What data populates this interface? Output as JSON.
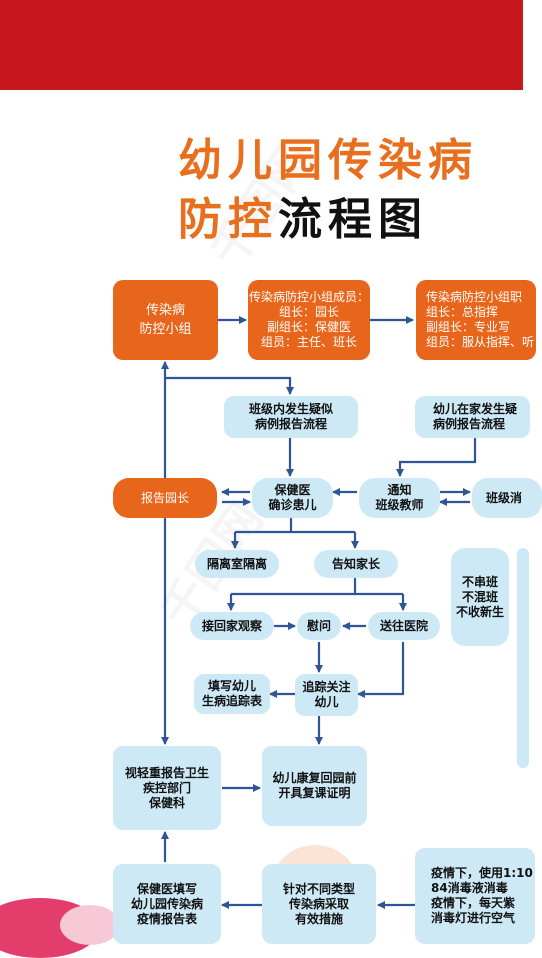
{
  "title": {
    "line1": "幼儿园传染病",
    "line2_orange": "防控",
    "line2_black": "流程图"
  },
  "watermark": "千图网",
  "nodes": {
    "team": "传染病\n防控小组",
    "members": "传染病防控小组成员：\n组长：园长\n副组长：保健医\n组员：主任、班长",
    "duties": "传染病防控小组职\n组长：总指挥\n副组长：专业写\n组员：服从指挥、听",
    "in_class_report": "班级内发生疑似\n病例报告流程",
    "at_home_report": "幼儿在家发生疑\n病例报告流程",
    "report_director": "报告园长",
    "confirm": "保健医\n确诊患儿",
    "notify_teacher": "通知\n班级教师",
    "class_disinfect": "班级消",
    "isolation": "隔离室隔离",
    "inform_parents": "告知家长",
    "no_mixing": "不串班\n不混班\n不收新生",
    "take_home": "接回家观察",
    "console": "慰问",
    "hospital": "送往医院",
    "tracking_form": "填写幼儿\n生病追踪表",
    "follow_up": "追踪关注\n幼儿",
    "report_cdc": "视轻重报告卫生\n疾控部门\n保健科",
    "return_cert": "幼儿康复回园前\n开具复课证明",
    "fill_report": "保健医填写\n幼儿园传染病\n疫情报告表",
    "measures": "针对不同类型\n传染病采取\n有效措施",
    "disinfect_note": "疫情下，使用1:10\n84消毒液消毒\n疫情下，每天紫\n消毒灯进行空气"
  },
  "colors": {
    "orange": "#e8661c",
    "blue_box": "#cde9f6",
    "arrow": "#2f5597",
    "red_bar": "#c8161d"
  }
}
